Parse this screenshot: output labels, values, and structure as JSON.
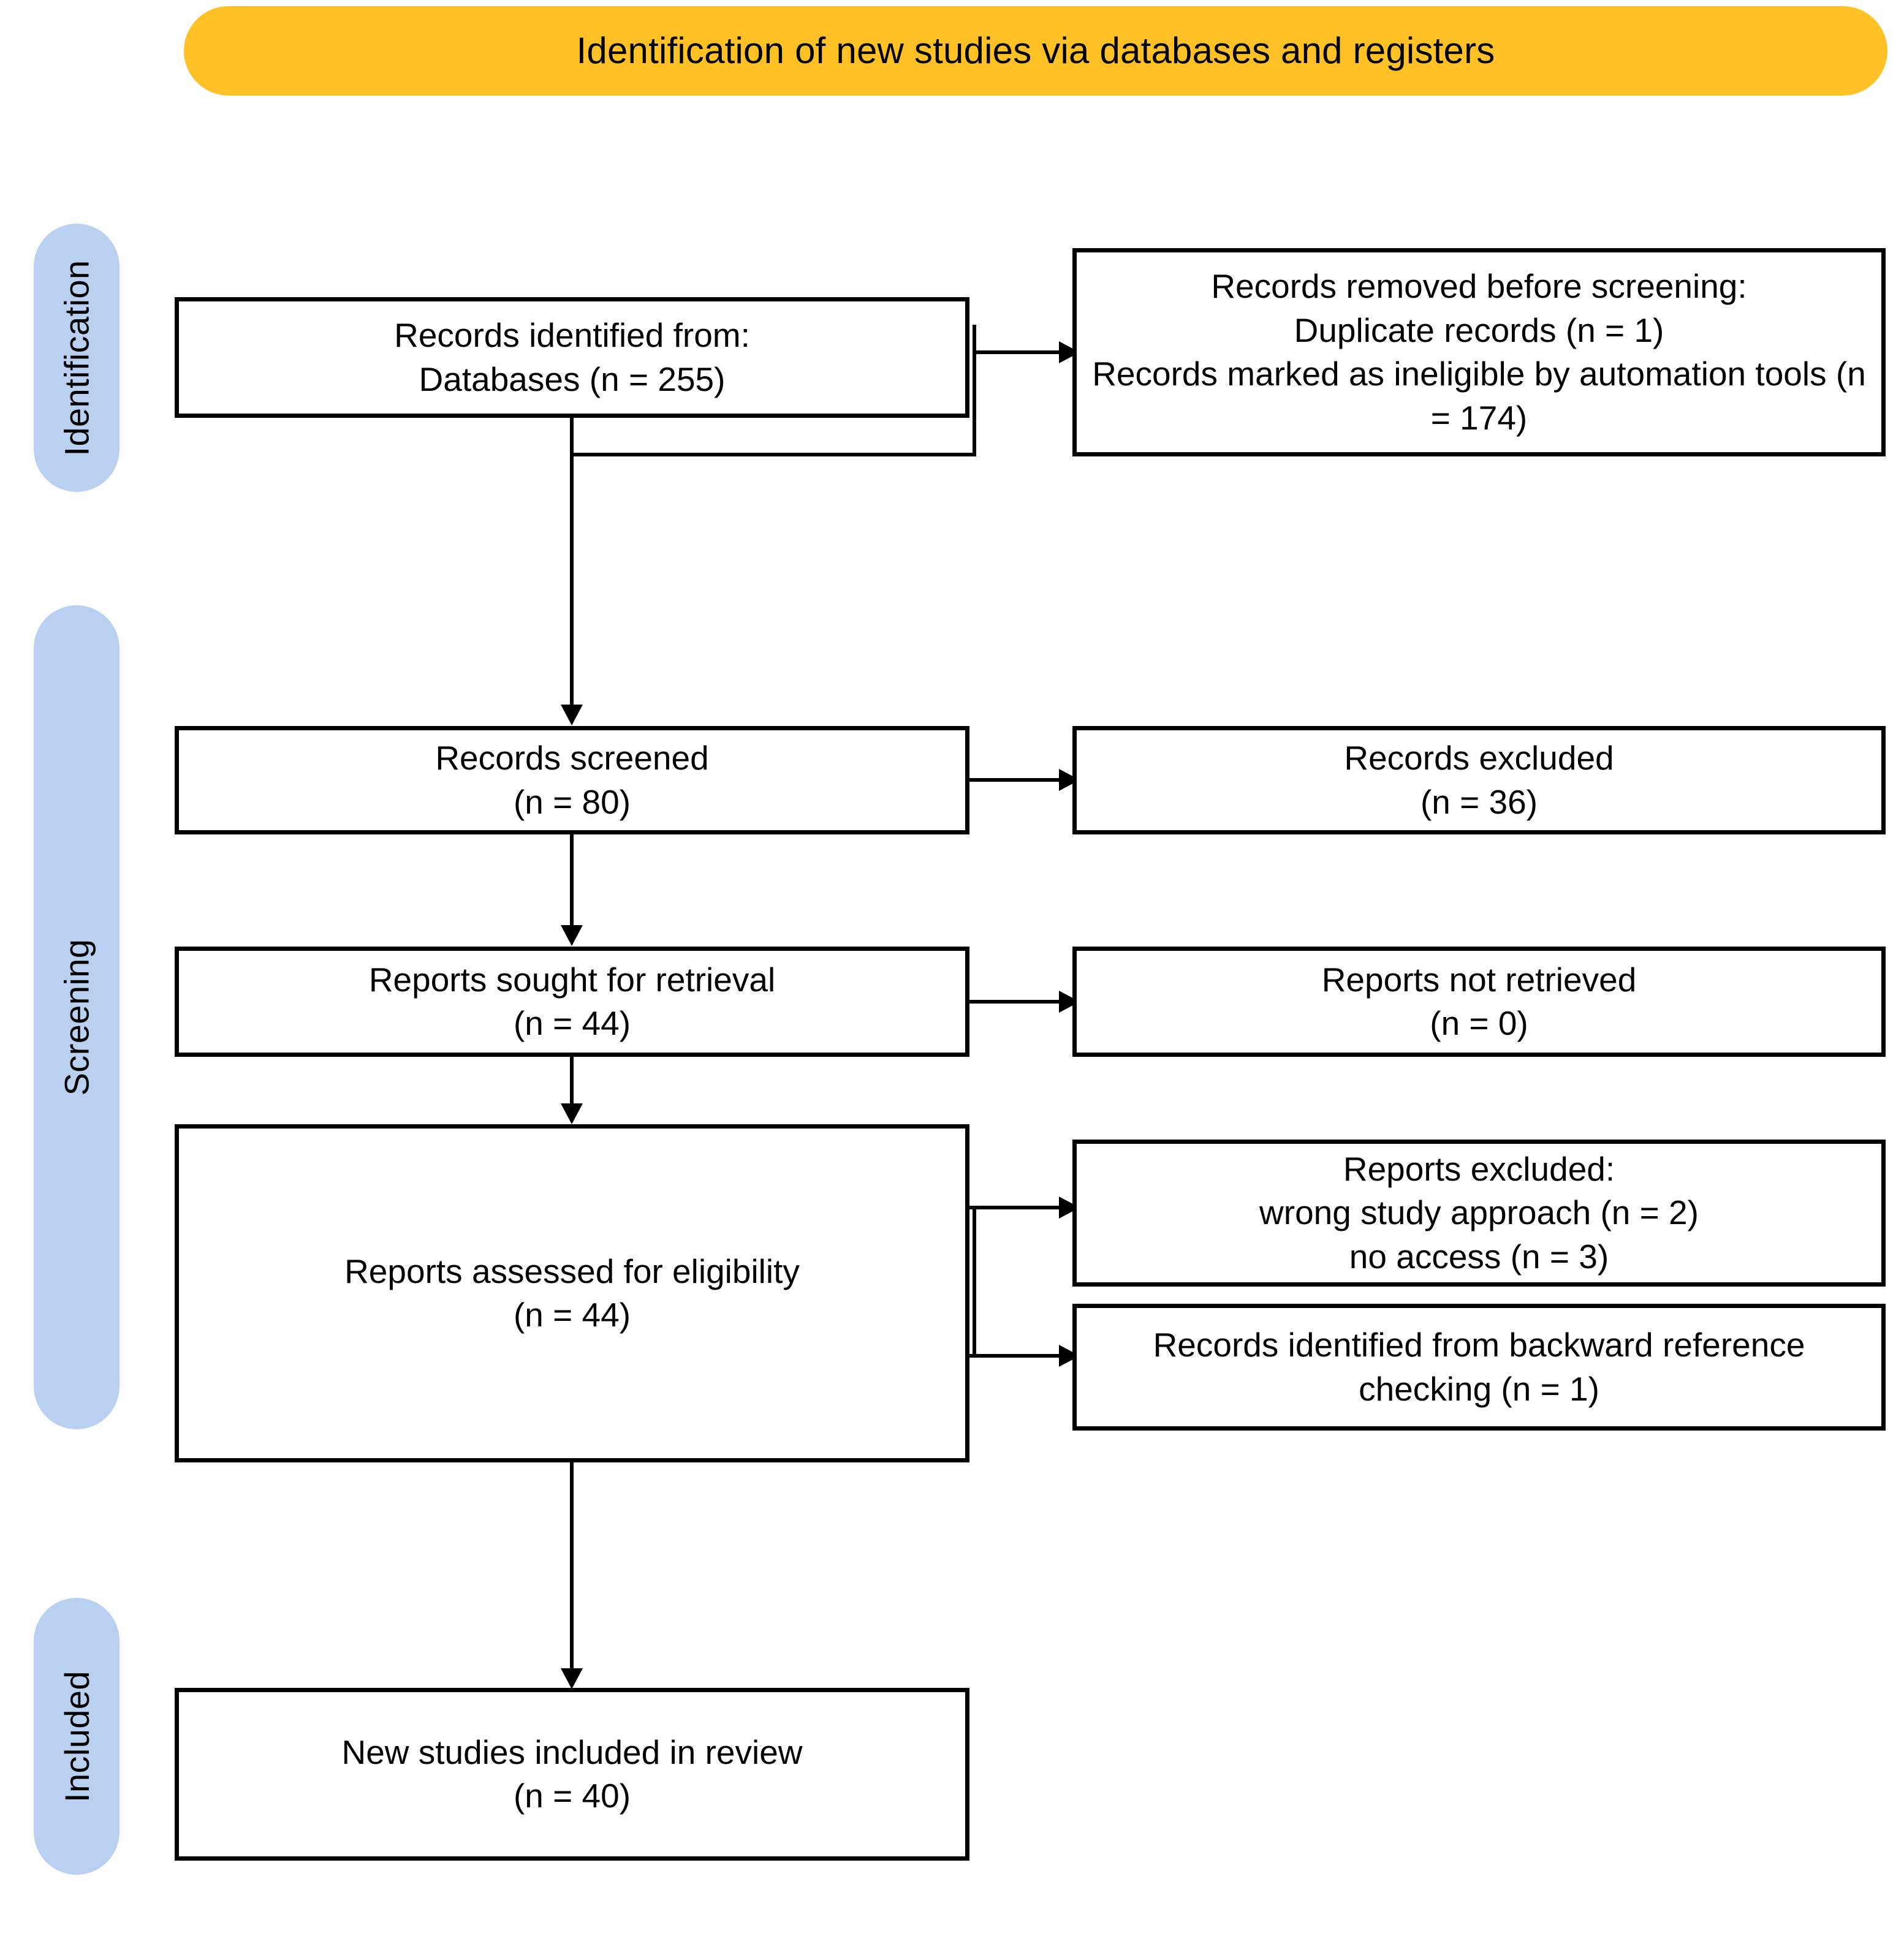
{
  "header": {
    "title": "Identification of new studies via databases and registers",
    "color": "#FFC125"
  },
  "stages": {
    "color": "#BAD0F1",
    "items": [
      {
        "id": "identification",
        "label": "Identification"
      },
      {
        "id": "screening",
        "label": "Screening"
      },
      {
        "id": "included",
        "label": "Included"
      }
    ]
  },
  "boxes": {
    "identified": {
      "id": "records-identified-from",
      "text": "Records identified from:\nDatabases (n = 255)",
      "column": "left",
      "stage": "identification"
    },
    "removed": {
      "id": "records-removed-before-screening",
      "text": "Records removed before screening:\nDuplicate records (n = 1)\nRecords marked as ineligible by automation tools (n = 174)",
      "column": "right",
      "stage": "identification"
    },
    "screened": {
      "id": "records-screened",
      "text": "Records screened\n(n = 80)",
      "column": "left",
      "stage": "screening"
    },
    "excluded": {
      "id": "records-excluded",
      "text": "Records excluded\n(n = 36)",
      "column": "right",
      "stage": "screening"
    },
    "sought": {
      "id": "reports-sought-for-retrieval",
      "text": "Reports sought for retrieval\n(n = 44)",
      "column": "left",
      "stage": "screening"
    },
    "notretrieved": {
      "id": "reports-not-retrieved",
      "text": "Reports not retrieved\n(n = 0)",
      "column": "right",
      "stage": "screening"
    },
    "assessed": {
      "id": "reports-assessed-for-eligibility",
      "text": "Reports assessed for eligibility\n(n = 44)",
      "column": "left",
      "stage": "screening"
    },
    "repexcluded": {
      "id": "reports-excluded",
      "text": "Reports excluded:\nwrong study approach (n = 2)\nno access (n =  3)",
      "column": "right",
      "stage": "screening"
    },
    "backward": {
      "id": "records-identified-from-backward-reference-checking",
      "text": "Records identified from backward reference checking (n = 1)",
      "column": "right",
      "stage": "screening"
    },
    "included": {
      "id": "new-studies-included-in-review",
      "text": "New studies included in review\n(n = 40)",
      "column": "left",
      "stage": "included"
    }
  },
  "counts": {
    "databases_identified": 255,
    "duplicate_records_removed": 1,
    "marked_ineligible_by_automation": 174,
    "records_screened": 80,
    "records_excluded": 36,
    "reports_sought": 44,
    "reports_not_retrieved": 0,
    "reports_assessed": 44,
    "excluded_wrong_study_approach": 2,
    "excluded_no_access": 3,
    "backward_reference_checking": 1,
    "new_studies_included": 40
  }
}
